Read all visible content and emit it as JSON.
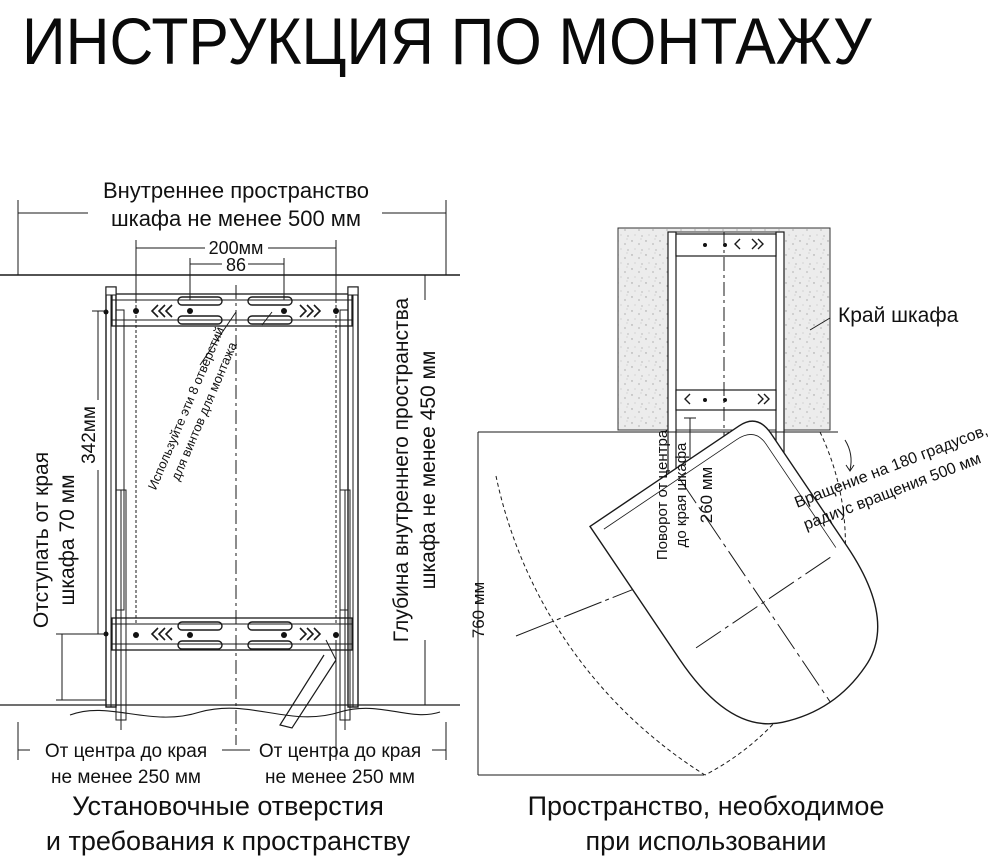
{
  "title": "ИНСТРУКЦИЯ ПО МОНТАЖУ",
  "left_diagram": {
    "inner_space_line1": "Внутреннее пространство",
    "inner_space_line2": "шкафа не менее 500 мм",
    "dim_200": "200мм",
    "dim_86": "86",
    "dim_342": "342мм",
    "holes_note_line1": "Используйте эти 8 отверстий",
    "holes_note_line2": "для винтов для монтажа",
    "indent_line1": "Отступать от края",
    "indent_line2": "шкафа 70 мм",
    "depth_line1": "Глубина внутреннего пространства",
    "depth_line2": "шкафа не менее 450 мм",
    "center_left_line1": "От центра до края",
    "center_left_line2": "не менее 250 мм",
    "center_right_line1": "От центра до края",
    "center_right_line2": "не менее 250 мм",
    "caption_line1": "Установочные отверстия",
    "caption_line2": "и требования к пространству"
  },
  "right_diagram": {
    "cabinet_edge": "Край шкафа",
    "rotation_line1": "Вращение на 180 градусов,",
    "rotation_line2": "радиус вращения 500 мм",
    "pivot_line1": "Поворот от центра",
    "pivot_line2": "до края шкафа",
    "pivot_line3": "260 мм",
    "dim_760": "760 мм",
    "caption_line1": "Пространство, необходимое",
    "caption_line2": "при использовании"
  },
  "colors": {
    "line": "#1a1a1a",
    "speckle_fill": "#e9e9e9"
  }
}
